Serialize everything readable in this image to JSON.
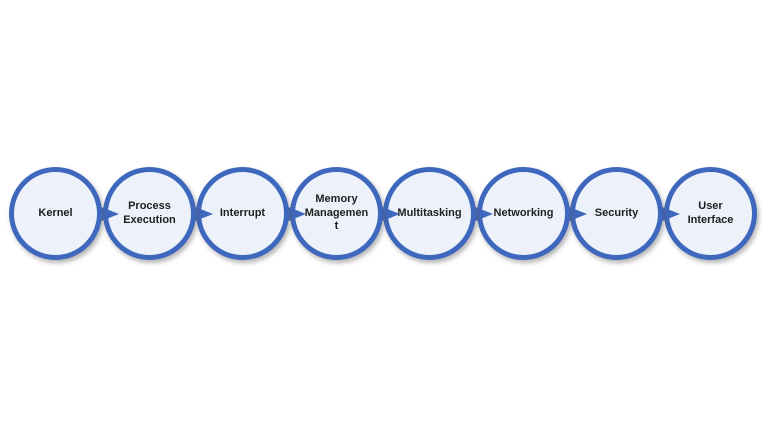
{
  "diagram": {
    "kind": "horizontal-process-flow",
    "background_color": "#ffffff",
    "node_fill_color": "#edf1f9",
    "node_border_color": "#3e67be",
    "arrow_color": "#3e67be",
    "text_color": "#1f1f1f",
    "connector": "right-arrowhead",
    "nodes": [
      {
        "label": "Kernel"
      },
      {
        "label": "Process\nExecution"
      },
      {
        "label": "Interrupt"
      },
      {
        "label": "Memory\nManagemen\nt"
      },
      {
        "label": "Multitasking"
      },
      {
        "label": "Networking"
      },
      {
        "label": "Security"
      },
      {
        "label": "User\nInterface"
      }
    ]
  }
}
